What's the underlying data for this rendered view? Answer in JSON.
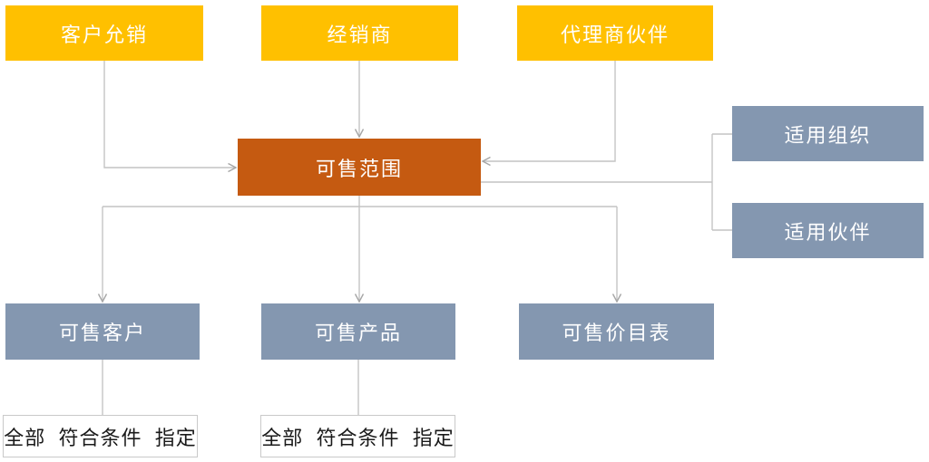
{
  "diagram": {
    "top_row": [
      {
        "label": "客户允销"
      },
      {
        "label": "经销商"
      },
      {
        "label": "代理商伙伴"
      }
    ],
    "center": {
      "label": "可售范围"
    },
    "right_column": [
      {
        "label": "适用组织"
      },
      {
        "label": "适用伙伴"
      }
    ],
    "bottom_row": [
      {
        "label": "可售客户"
      },
      {
        "label": "可售产品"
      },
      {
        "label": "可售价目表"
      }
    ],
    "options": [
      {
        "label": "全部  符合条件  指定"
      },
      {
        "label": "全部  符合条件  指定"
      }
    ]
  },
  "colors": {
    "source_node": "#FFC000",
    "center_node": "#C55A11",
    "detail_node": "#8497B0",
    "connector_line": "#C4C4C4",
    "arrowhead": "#A6A6A6",
    "option_border": "#C9C9C9",
    "option_text": "#1A1A1A"
  }
}
